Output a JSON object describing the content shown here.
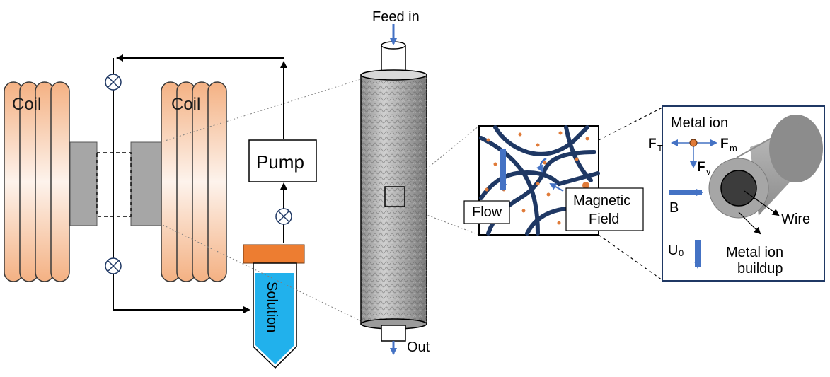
{
  "colors": {
    "coil_fill": "#f7c5a8",
    "coil_stroke": "#3a3a3a",
    "magnet_gray": "#a6a6a6",
    "cap_orange": "#ed7d31",
    "solution_blue": "#21b1ec",
    "arrow_blue": "#4472c4",
    "fiber_navy": "#1f3864",
    "ion_orange": "#e07b39",
    "wire_gray": "#a6a6a6",
    "wire_core": "#3c3c3c"
  },
  "labels": {
    "coil_left": "Coil",
    "coil_right": "Coil",
    "pump": "Pump",
    "solution": "Solution",
    "feed_in": "Feed in",
    "out": "Out",
    "flow": "Flow",
    "magnetic_field_line1": "Magnetic",
    "magnetic_field_line2": "Field",
    "metal_ion": "Metal ion",
    "force_t_main": "F",
    "force_t_sub": "T",
    "force_m_main": "F",
    "force_m_sub": "m",
    "force_v_main": "F",
    "force_v_sub": "v",
    "b_field": "B",
    "u0": "U₀",
    "wire": "Wire",
    "buildup_line1": "Metal ion",
    "buildup_line2": "buildup"
  },
  "icons": {
    "valve": "circle-cross-valve-icon",
    "flow_arrow": "arrow-down-icon",
    "field_arrow": "arrow-right-icon"
  }
}
